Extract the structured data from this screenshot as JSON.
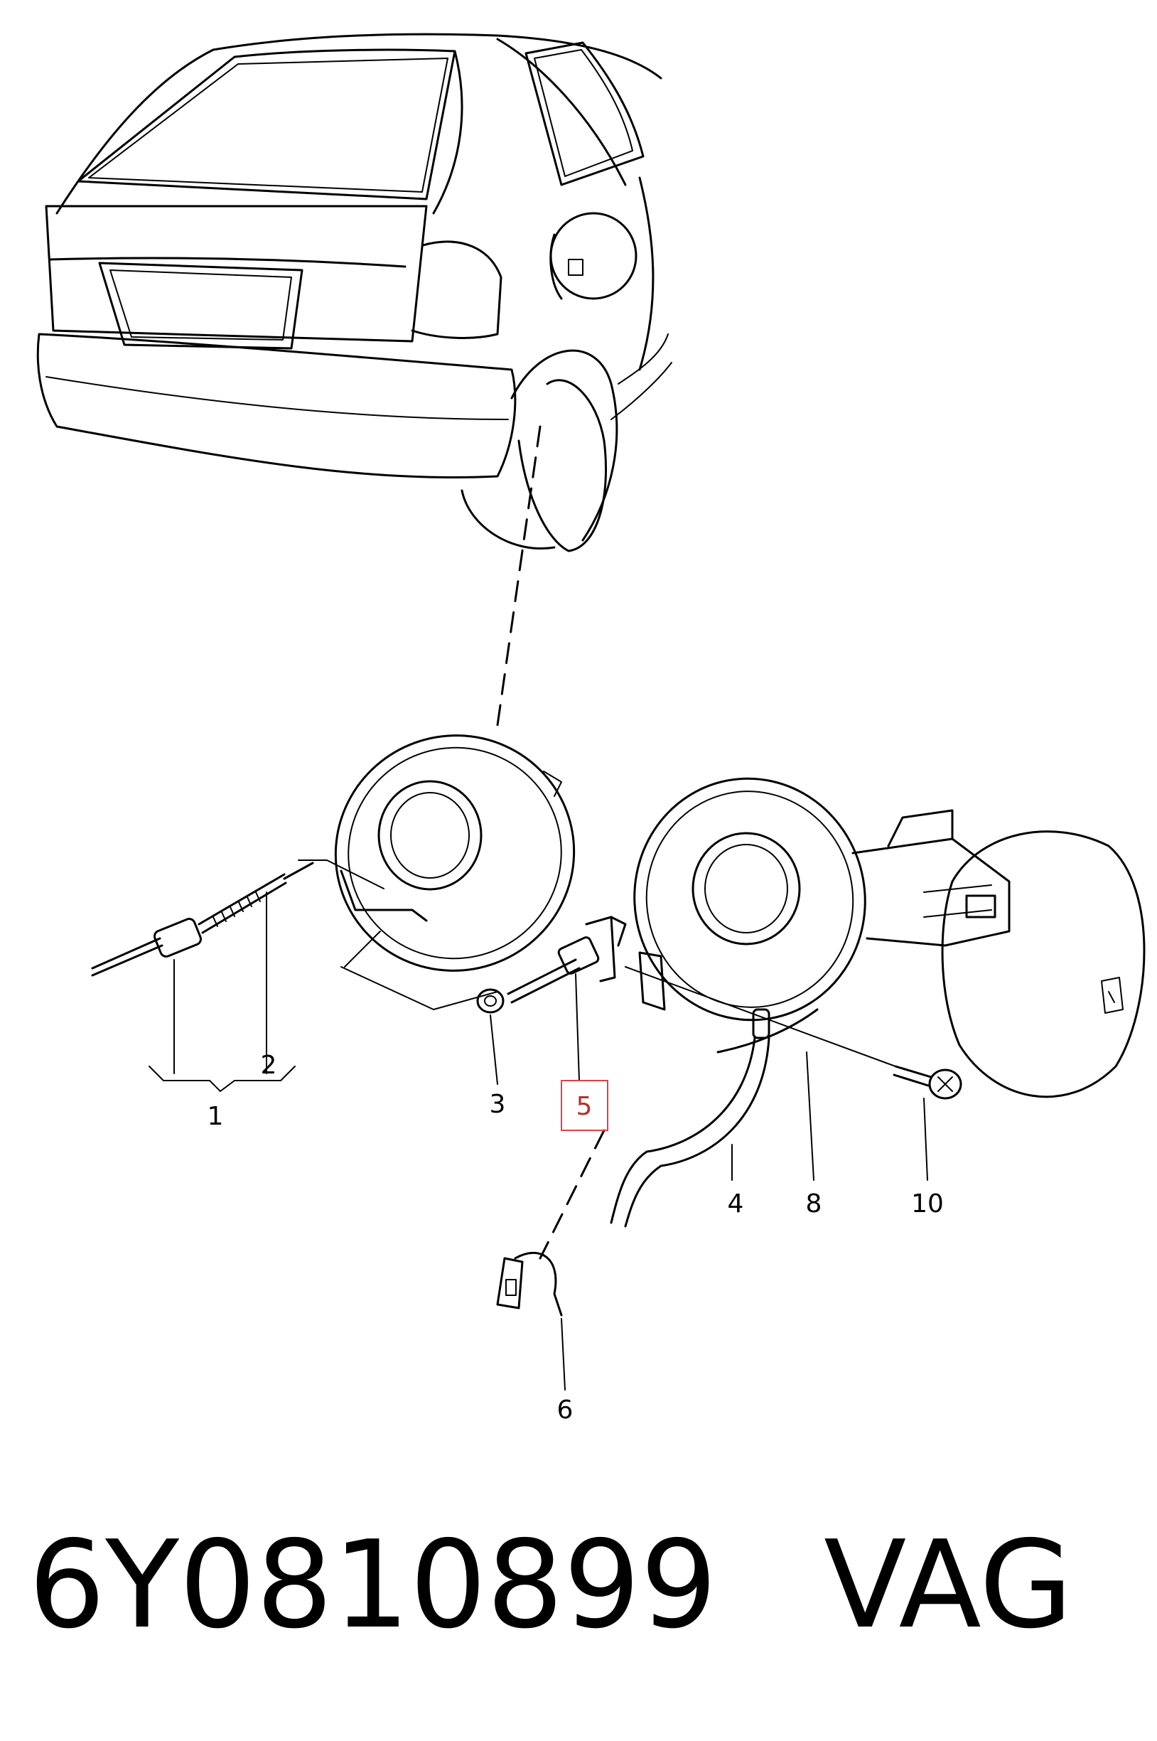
{
  "callouts": {
    "c1": "1",
    "c2": "2",
    "c3": "3",
    "c4": "4",
    "c5": "5",
    "c6": "6",
    "c8": "8",
    "c10": "10"
  },
  "highlight_color": "#e0404a",
  "footer": {
    "part_number": "6Y0810899",
    "brand": "VAG"
  }
}
